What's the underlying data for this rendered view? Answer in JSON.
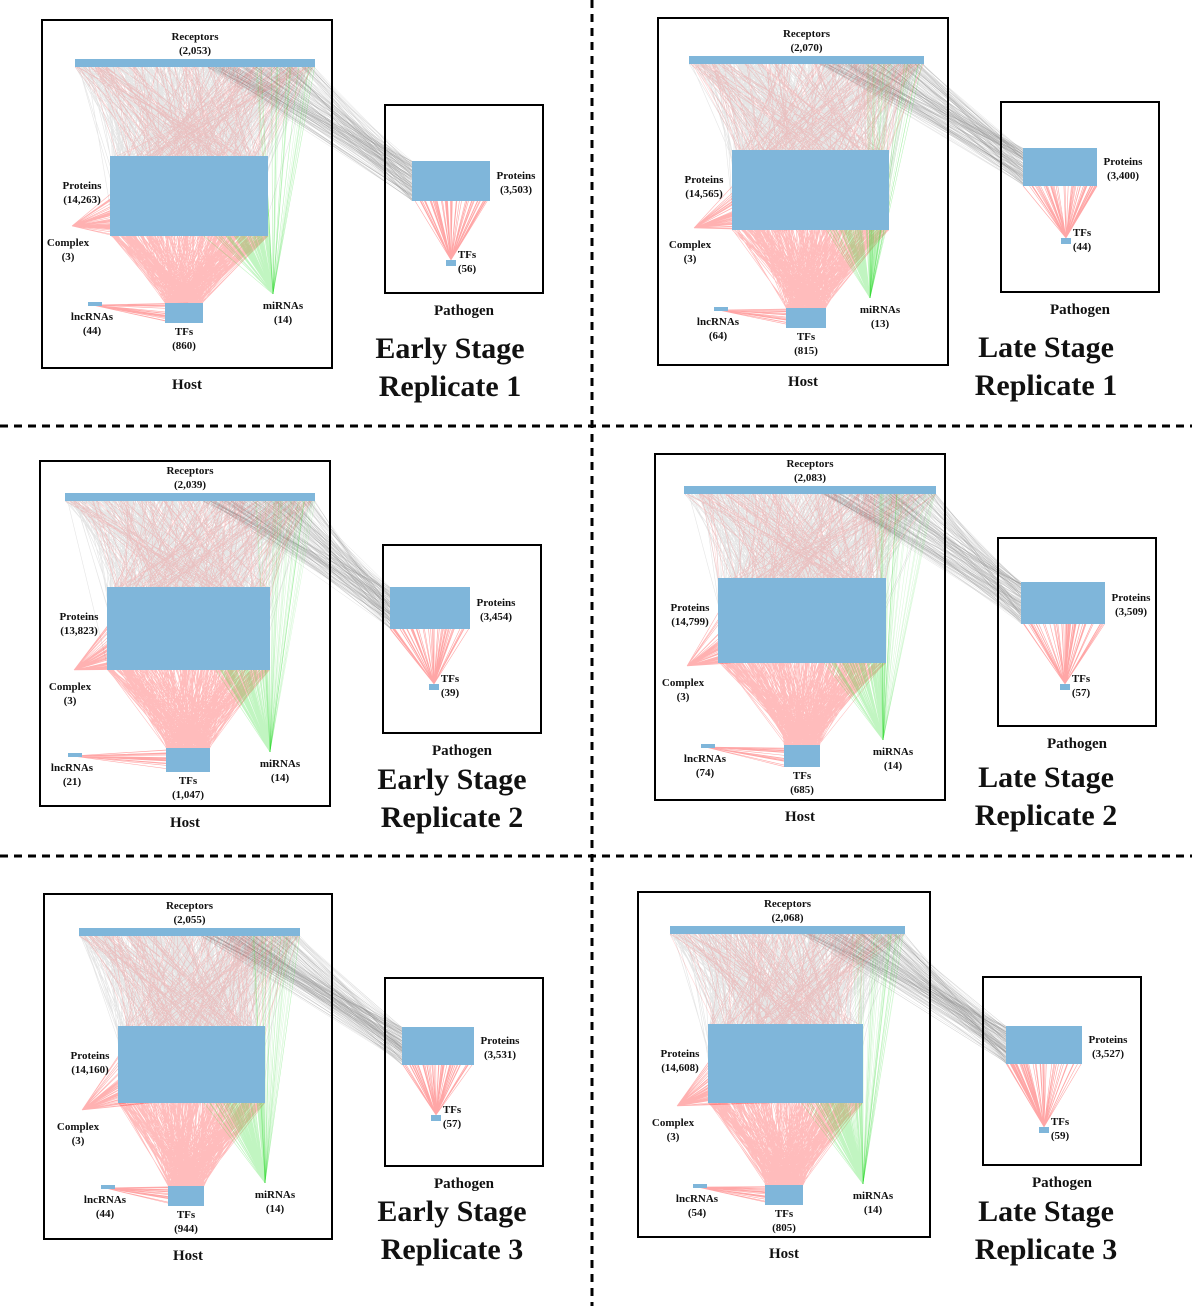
{
  "figure": {
    "panels": [
      {
        "stage": "Early Stage",
        "replicate": "Replicate 1",
        "host": {
          "label": "Host",
          "receptors": {
            "label": "Receptors",
            "count": "(2,053)"
          },
          "proteins": {
            "label": "Proteins",
            "count": "(14,263)"
          },
          "complex": {
            "label": "Complex",
            "count": "(3)"
          },
          "lncrnas": {
            "label": "lncRNAs",
            "count": "(44)"
          },
          "tfs": {
            "label": "TFs",
            "count": "(860)"
          },
          "mirnas": {
            "label": "miRNAs",
            "count": "(14)"
          }
        },
        "pathogen": {
          "label": "Pathogen",
          "proteins": {
            "label": "Proteins",
            "count": "(3,503)"
          },
          "tfs": {
            "label": "TFs",
            "count": "(56)"
          }
        }
      },
      {
        "stage": "Late Stage",
        "replicate": "Replicate 1",
        "host": {
          "label": "Host",
          "receptors": {
            "label": "Receptors",
            "count": "(2,070)"
          },
          "proteins": {
            "label": "Proteins",
            "count": "(14,565)"
          },
          "complex": {
            "label": "Complex",
            "count": "(3)"
          },
          "lncrnas": {
            "label": "lncRNAs",
            "count": "(64)"
          },
          "tfs": {
            "label": "TFs",
            "count": "(815)"
          },
          "mirnas": {
            "label": "miRNAs",
            "count": "(13)"
          }
        },
        "pathogen": {
          "label": "Pathogen",
          "proteins": {
            "label": "Proteins",
            "count": "(3,400)"
          },
          "tfs": {
            "label": "TFs",
            "count": "(44)"
          }
        }
      },
      {
        "stage": "Early Stage",
        "replicate": "Replicate 2",
        "host": {
          "label": "Host",
          "receptors": {
            "label": "Receptors",
            "count": "(2,039)"
          },
          "proteins": {
            "label": "Proteins",
            "count": "(13,823)"
          },
          "complex": {
            "label": "Complex",
            "count": "(3)"
          },
          "lncrnas": {
            "label": "lncRNAs",
            "count": "(21)"
          },
          "tfs": {
            "label": "TFs",
            "count": "(1,047)"
          },
          "mirnas": {
            "label": "miRNAs",
            "count": "(14)"
          }
        },
        "pathogen": {
          "label": "Pathogen",
          "proteins": {
            "label": "Proteins",
            "count": "(3,454)"
          },
          "tfs": {
            "label": "TFs",
            "count": "(39)"
          }
        }
      },
      {
        "stage": "Late Stage",
        "replicate": "Replicate 2",
        "host": {
          "label": "Host",
          "receptors": {
            "label": "Receptors",
            "count": "(2,083)"
          },
          "proteins": {
            "label": "Proteins",
            "count": "(14,799)"
          },
          "complex": {
            "label": "Complex",
            "count": "(3)"
          },
          "lncrnas": {
            "label": "lncRNAs",
            "count": "(74)"
          },
          "tfs": {
            "label": "TFs",
            "count": "(685)"
          },
          "mirnas": {
            "label": "miRNAs",
            "count": "(14)"
          }
        },
        "pathogen": {
          "label": "Pathogen",
          "proteins": {
            "label": "Proteins",
            "count": "(3,509)"
          },
          "tfs": {
            "label": "TFs",
            "count": "(57)"
          }
        }
      },
      {
        "stage": "Early Stage",
        "replicate": "Replicate 3",
        "host": {
          "label": "Host",
          "receptors": {
            "label": "Receptors",
            "count": "(2,055)"
          },
          "proteins": {
            "label": "Proteins",
            "count": "(14,160)"
          },
          "complex": {
            "label": "Complex",
            "count": "(3)"
          },
          "lncrnas": {
            "label": "lncRNAs",
            "count": "(44)"
          },
          "tfs": {
            "label": "TFs",
            "count": "(944)"
          },
          "mirnas": {
            "label": "miRNAs",
            "count": "(14)"
          }
        },
        "pathogen": {
          "label": "Pathogen",
          "proteins": {
            "label": "Proteins",
            "count": "(3,531)"
          },
          "tfs": {
            "label": "TFs",
            "count": "(57)"
          }
        }
      },
      {
        "stage": "Late Stage",
        "replicate": "Replicate 3",
        "host": {
          "label": "Host",
          "receptors": {
            "label": "Receptors",
            "count": "(2,068)"
          },
          "proteins": {
            "label": "Proteins",
            "count": "(14,608)"
          },
          "complex": {
            "label": "Complex",
            "count": "(3)"
          },
          "lncrnas": {
            "label": "lncRNAs",
            "count": "(54)"
          },
          "tfs": {
            "label": "TFs",
            "count": "(805)"
          },
          "mirnas": {
            "label": "miRNAs",
            "count": "(14)"
          }
        },
        "pathogen": {
          "label": "Pathogen",
          "proteins": {
            "label": "Proteins",
            "count": "(3,527)"
          },
          "tfs": {
            "label": "TFs",
            "count": "(59)"
          }
        }
      }
    ],
    "colors": {
      "node": "#7fb6da",
      "receptor_edges": "#8a8a8a",
      "protein_edges": "#ff2020",
      "mirna_edges": "#33dd33",
      "frame": "#000000"
    }
  }
}
